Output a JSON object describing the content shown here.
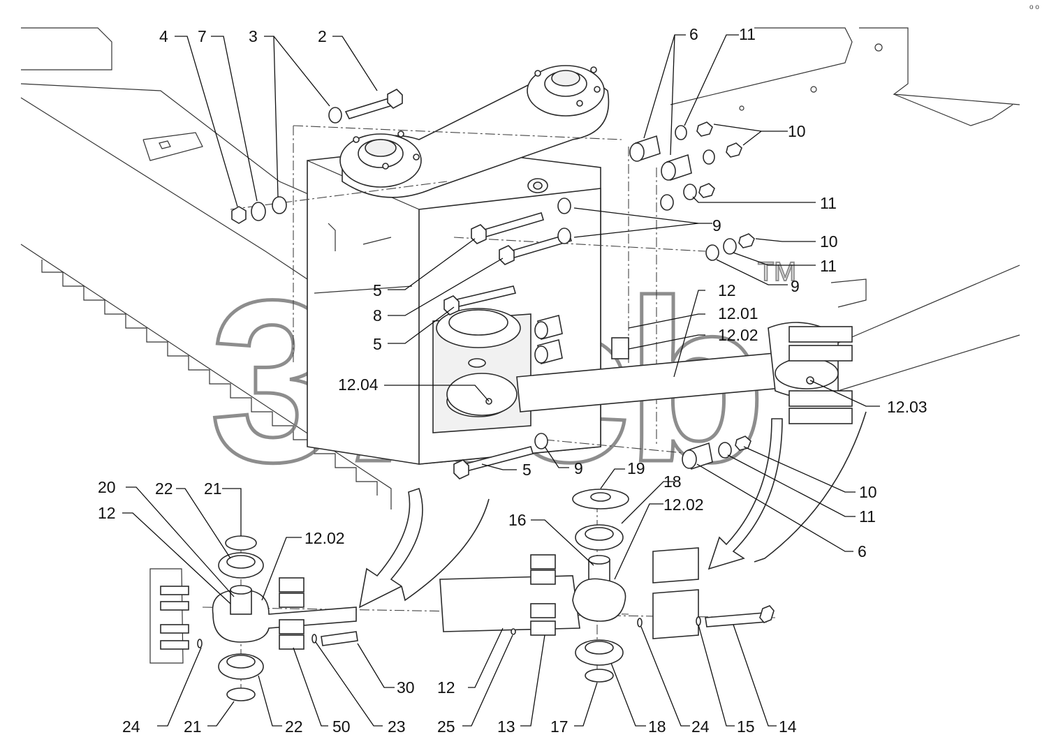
{
  "drawing": {
    "watermark": "3πcb",
    "watermark_tm": "TM",
    "corner_mark": "o o"
  },
  "callouts": {
    "c4": "4",
    "c7": "7",
    "c3": "3",
    "c2": "2",
    "c6_top": "6",
    "c11_top": "11",
    "c10_top": "10",
    "c11_mid": "11",
    "c9_mid": "9",
    "c10_mid": "10",
    "c11_mid2": "11",
    "c9_mid2": "9",
    "c12_top": "12",
    "c12_01": "12.01",
    "c12_02_top": "12.02",
    "c12_03": "12.03",
    "c12_04": "12.04",
    "c5_a": "5",
    "c8": "8",
    "c5_b": "5",
    "c5_c": "5",
    "c9_low": "9",
    "c19": "19",
    "c18_top": "18",
    "c12_02_right": "12.02",
    "c16": "16",
    "c10_low": "10",
    "c11_low": "11",
    "c6_low": "6",
    "c20": "20",
    "c22_top": "22",
    "c21_top": "21",
    "c12_left": "12",
    "c12_02_left": "12.02",
    "c30": "30",
    "c12_bot": "12",
    "c24_left": "24",
    "c21_bot": "21",
    "c22_bot": "22",
    "c50": "50",
    "c23": "23",
    "c25": "25",
    "c13": "13",
    "c17": "17",
    "c18_bot": "18",
    "c24_right": "24",
    "c15": "15",
    "c14": "14"
  }
}
